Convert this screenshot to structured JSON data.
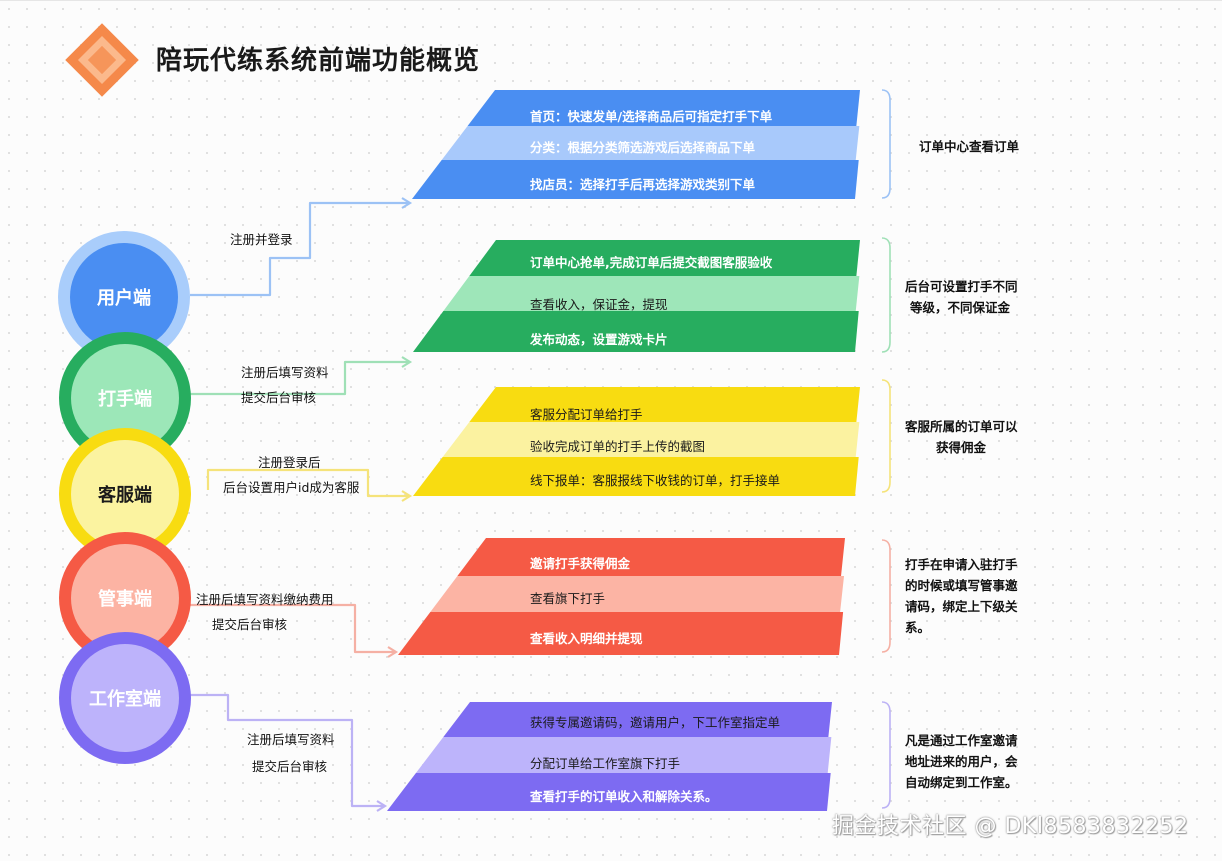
{
  "title": "陪玩代练系统前端功能概览",
  "roles": [
    {
      "name": "用户端",
      "connector_lines": [
        "注册并登录"
      ],
      "items": [
        "首页：快速发单/选择商品后可指定打手下单",
        "分类：根据分类筛选游戏后选择商品下单",
        "找店员：选择打手后再选择游戏类别下单"
      ],
      "note_lines": [
        "订单中心查看订单"
      ],
      "colors": {
        "outer": "#a9cdfb",
        "inner": "#4a8ef2",
        "dark": "#4a8ef2",
        "light": "#a8c9fb",
        "line": "#9cc2f5"
      }
    },
    {
      "name": "打手端",
      "connector_lines": [
        "注册后填写资料",
        "提交后台审核"
      ],
      "items": [
        "订单中心抢单,完成订单后提交截图客服验收",
        "查看收入，保证金，提现",
        "发布动态，设置游戏卡片"
      ],
      "note_lines": [
        "后台可设置打手不同",
        "等级，不同保证金"
      ],
      "colors": {
        "outer": "#27ad5f",
        "inner": "#9ce7b8",
        "dark": "#27ad5f",
        "light": "#9ee6b9",
        "line": "#9fe0b6"
      }
    },
    {
      "name": "客服端",
      "connector_lines": [
        "注册登录后",
        "后台设置用户id成为客服"
      ],
      "items": [
        "客服分配订单给打手",
        "验收完成订单的打手上传的截图",
        "线下报单：客服报线下收钱的订单，打手接单"
      ],
      "note_lines": [
        "客服所属的订单可以",
        "获得佣金"
      ],
      "colors": {
        "outer": "#f8dc11",
        "inner": "#fbf3a0",
        "dark": "#f8dc11",
        "light": "#fbf2a0",
        "line": "#f5e37a"
      }
    },
    {
      "name": "管事端",
      "connector_lines": [
        "注册后填写资料缴纳费用",
        "提交后台审核"
      ],
      "items": [
        "邀请打手获得佣金",
        "查看旗下打手",
        "查看收入明细并提现"
      ],
      "note_lines": [
        "打手在申请入驻打手",
        "的时候或填写管事邀",
        "请码，绑定上下级关",
        "系。"
      ],
      "colors": {
        "outer": "#f55a45",
        "inner": "#fcb3a3",
        "dark": "#f55a45",
        "light": "#fcb4a4",
        "line": "#f5b0a4"
      }
    },
    {
      "name": "工作室端",
      "connector_lines": [
        "注册后填写资料",
        "提交后台审核"
      ],
      "items": [
        "获得专属邀请码，邀请用户，下工作室指定单",
        "分配订单给工作室旗下打手",
        "查看打手的订单收入和解除关系。"
      ],
      "note_lines": [
        "凡是通过工作室邀请",
        "地址进来的用户，会",
        "自动绑定到工作室。"
      ],
      "colors": {
        "outer": "#7d6bf2",
        "inner": "#bdb3fb",
        "dark": "#7d6bf2",
        "light": "#bdb4fb",
        "line": "#bcb2f5"
      }
    }
  ],
  "watermark": "掘金技术社区 @ DKl8583832252"
}
